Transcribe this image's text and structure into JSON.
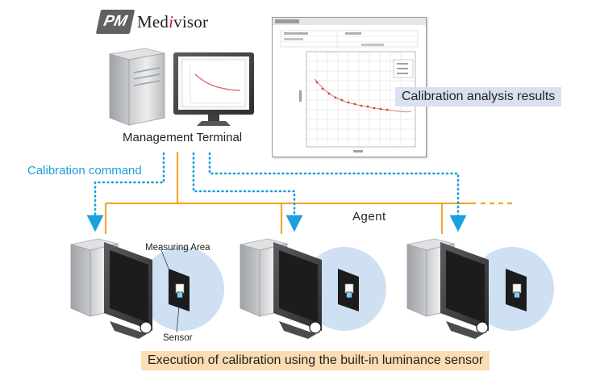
{
  "logo": {
    "badge": "PM",
    "name_pre": "Med",
    "name_accent": "i",
    "name_post": "visor"
  },
  "labels": {
    "management_terminal": "Management Terminal",
    "calibration_command": "Calibration command",
    "agent": "Agent",
    "measuring_area": "Measuring Area",
    "sensor": "Sensor",
    "results": "Calibration analysis results",
    "execution": "Execution of calibration using the built-in luminance sensor"
  },
  "colors": {
    "agent_line": "#f0a830",
    "command_arrow": "#1aa0dc",
    "results_box": "#d9e1f0",
    "execution_box": "#fbdcb3",
    "zoom_circle": "#cfe0f2"
  }
}
